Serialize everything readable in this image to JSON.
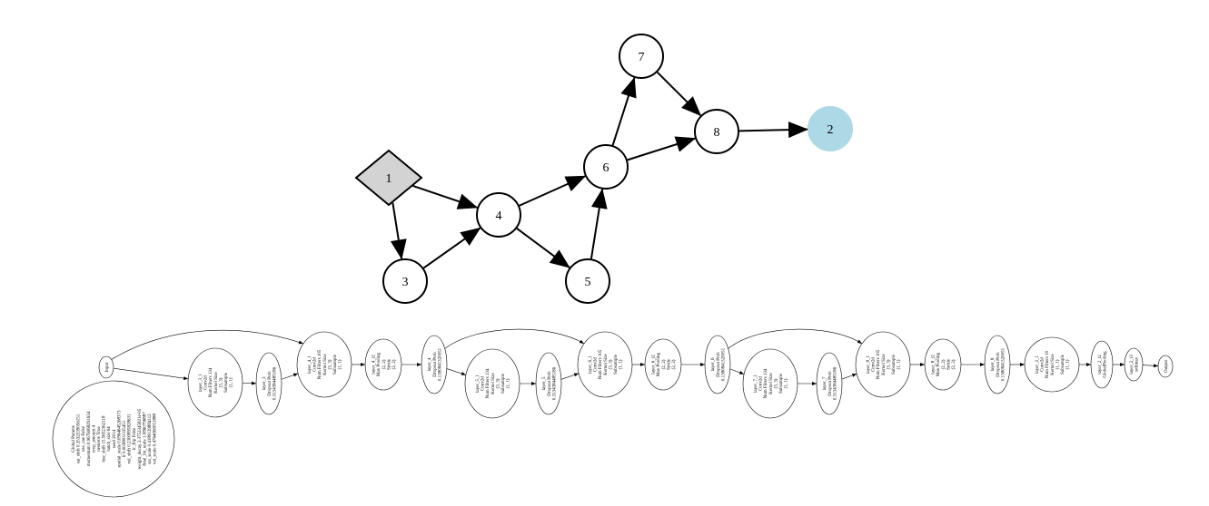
{
  "top_graph": {
    "nodes": [
      {
        "id": "1",
        "shape": "diamond",
        "fill": "#d3d3d3"
      },
      {
        "id": "3",
        "shape": "circle",
        "fill": "#ffffff"
      },
      {
        "id": "4",
        "shape": "circle",
        "fill": "#ffffff"
      },
      {
        "id": "5",
        "shape": "circle",
        "fill": "#ffffff"
      },
      {
        "id": "6",
        "shape": "circle",
        "fill": "#ffffff"
      },
      {
        "id": "7",
        "shape": "circle",
        "fill": "#ffffff"
      },
      {
        "id": "8",
        "shape": "circle",
        "fill": "#ffffff"
      },
      {
        "id": "2",
        "shape": "circle",
        "fill": "#add8e6"
      }
    ],
    "edges": [
      [
        "1",
        "4"
      ],
      [
        "1",
        "3"
      ],
      [
        "3",
        "4"
      ],
      [
        "4",
        "6"
      ],
      [
        "4",
        "5"
      ],
      [
        "5",
        "6"
      ],
      [
        "6",
        "7"
      ],
      [
        "6",
        "8"
      ],
      [
        "7",
        "8"
      ],
      [
        "8",
        "2"
      ]
    ]
  },
  "bottom_graph": {
    "nodes": [
      {
        "id": "input",
        "lines": [
          "Input"
        ]
      },
      {
        "id": "global",
        "lines": [
          "Global Params",
          "sat_shift 0.3532539056151",
          "use_vae False",
          "momentum 0.9676068291634",
          "crop_amount 4",
          "nesterov True",
          "hue_shift 15.5652362118",
          "batch_size 64",
          "seed 2014",
          "spatial_scale 0.0964645268373",
          "lr 0.0038001335451",
          "val_shift 0.2300895828631",
          "lr_flip False",
          "weight_decay 3.3752345821e-05",
          "final_lin_scale 1.0860796887",
          "sat_scale 0.4189129884112",
          "val_scale 0.4764060051888"
        ]
      },
      {
        "id": "layer_3_1",
        "lines": [
          "layer_3_1",
          "Conv2d",
          "Num Filters 134",
          "Kernel Size",
          "(3, 3)",
          "Subsample",
          "(1, 1)"
        ]
      },
      {
        "id": "layer_3",
        "lines": [
          "layer_3",
          "Dropout Prob",
          "0.3134384485186"
        ]
      },
      {
        "id": "layer_4_1",
        "lines": [
          "layer_4_1",
          "Conv2d",
          "Num Filters 105",
          "Kernel Size",
          "(3, 3)",
          "Subsample",
          "(1, 1)"
        ]
      },
      {
        "id": "layer_4_t2",
        "lines": [
          "layer_4_t2",
          "Max Pooling",
          "(2, 2)",
          "Stride",
          "(2, 2)"
        ]
      },
      {
        "id": "layer_4",
        "lines": [
          "layer_4",
          "Dropout Prob",
          "0.1380841320051"
        ]
      },
      {
        "id": "layer_5_1",
        "lines": [
          "layer_5_1",
          "Conv2d",
          "Num Filters 134",
          "Kernel Size",
          "(3, 3)",
          "Subsample",
          "(1, 1)"
        ]
      },
      {
        "id": "layer_5",
        "lines": [
          "layer_5",
          "Dropout Prob",
          "0.3134384485186"
        ]
      },
      {
        "id": "layer_6_1",
        "lines": [
          "layer_6_1",
          "Conv2d",
          "Num Filters 105",
          "Kernel Size",
          "(3, 3)",
          "Subsample",
          "(1, 1)"
        ]
      },
      {
        "id": "layer_6_t2",
        "lines": [
          "layer_6_t2",
          "Max Pooling",
          "(2, 2)",
          "Stride",
          "(2, 2)"
        ]
      },
      {
        "id": "layer_6",
        "lines": [
          "layer_6",
          "Dropout Prob",
          "0.1380841320051"
        ]
      },
      {
        "id": "layer_7_1",
        "lines": [
          "layer_7_1",
          "Conv2d",
          "Num Filters 134",
          "Kernel Size",
          "(3, 3)",
          "Subsample",
          "(1, 1)"
        ]
      },
      {
        "id": "layer_7",
        "lines": [
          "layer_7",
          "Dropout Prob",
          "0.3134384485186"
        ]
      },
      {
        "id": "layer_8_1",
        "lines": [
          "layer_8_1",
          "Conv2d",
          "Num Filters 105",
          "Kernel Size",
          "(3, 3)",
          "Subsample",
          "(1, 1)"
        ]
      },
      {
        "id": "layer_8_t2",
        "lines": [
          "layer_8_t2",
          "Max Pooling",
          "(2, 2)",
          "Stride",
          "(2, 2)"
        ]
      },
      {
        "id": "layer_8",
        "lines": [
          "layer_8",
          "Dropout Prob",
          "0.1380841320051"
        ]
      },
      {
        "id": "layer_2_1",
        "lines": [
          "layer_2_1",
          "Conv2d",
          "Num Filters 10",
          "Kernel Size",
          "(1, 1)",
          "Subsample",
          "(1, 1)"
        ]
      },
      {
        "id": "layer_2_t2",
        "lines": [
          "layer_2_t2",
          "GlobalPooling"
        ]
      },
      {
        "id": "layer_2_t3",
        "lines": [
          "layer_2_t3",
          "softmax"
        ]
      },
      {
        "id": "output",
        "lines": [
          "Output"
        ]
      }
    ],
    "edges": [
      [
        "input",
        "layer_3_1"
      ],
      [
        "input",
        "layer_4_1"
      ],
      [
        "layer_3_1",
        "layer_3"
      ],
      [
        "layer_3",
        "layer_4_1"
      ],
      [
        "layer_4_1",
        "layer_4_t2"
      ],
      [
        "layer_4_t2",
        "layer_4"
      ],
      [
        "layer_4",
        "layer_5_1"
      ],
      [
        "layer_4",
        "layer_6_1"
      ],
      [
        "layer_5_1",
        "layer_5"
      ],
      [
        "layer_5",
        "layer_6_1"
      ],
      [
        "layer_6_1",
        "layer_6_t2"
      ],
      [
        "layer_6_t2",
        "layer_6"
      ],
      [
        "layer_6",
        "layer_7_1"
      ],
      [
        "layer_6",
        "layer_8_1"
      ],
      [
        "layer_7_1",
        "layer_7"
      ],
      [
        "layer_7",
        "layer_8_1"
      ],
      [
        "layer_8_1",
        "layer_8_t2"
      ],
      [
        "layer_8_t2",
        "layer_8"
      ],
      [
        "layer_8",
        "layer_2_1"
      ],
      [
        "layer_2_1",
        "layer_2_t2"
      ],
      [
        "layer_2_t2",
        "layer_2_t3"
      ],
      [
        "layer_2_t3",
        "output"
      ]
    ]
  }
}
